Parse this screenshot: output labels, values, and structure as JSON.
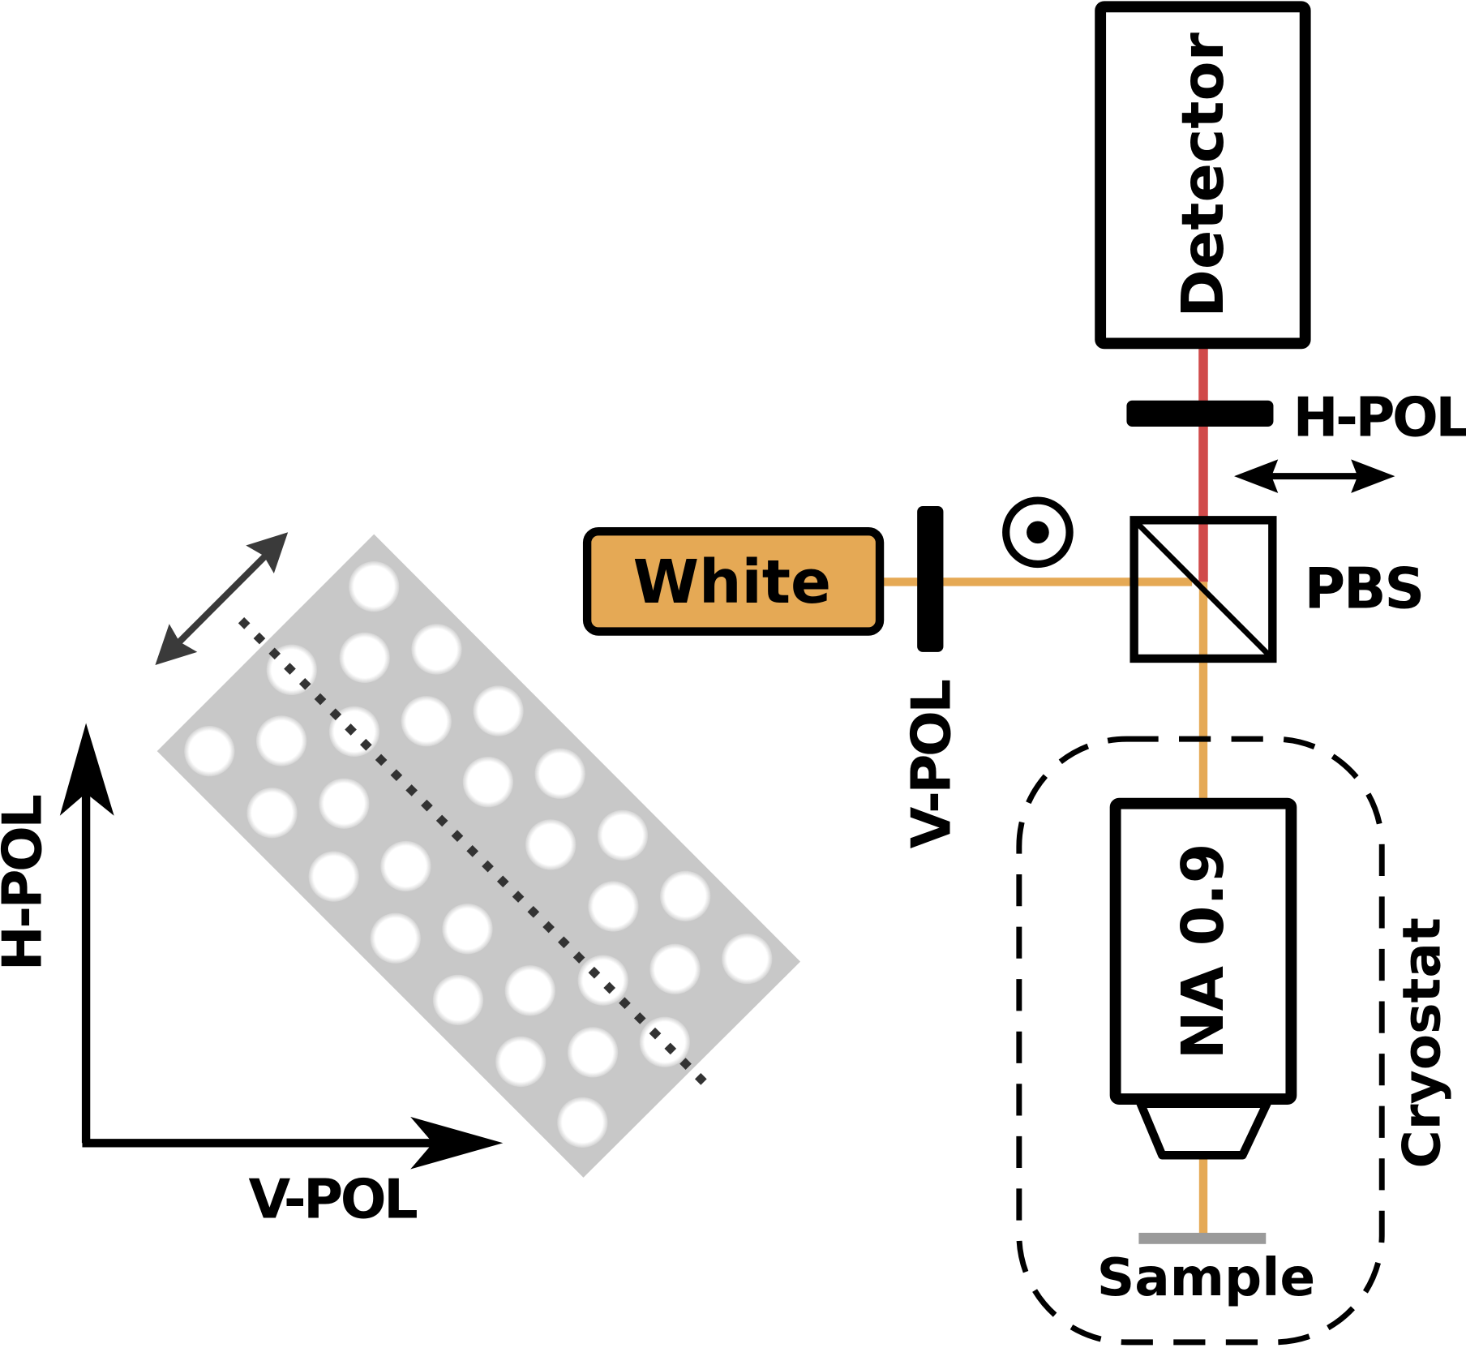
{
  "labels": {
    "detector": "Detector",
    "h_pol_top": "H-POL",
    "pbs": "PBS",
    "white": "White",
    "v_pol_beam": "V-POL",
    "objective": "NA 0.9",
    "cryostat": "Cryostat",
    "sample": "Sample",
    "axis_h_pol": "H-POL",
    "axis_v_pol": "V-POL"
  },
  "colors": {
    "beam_orange": "#e5a955",
    "beam_red": "#d04a4a",
    "sample_gray": "#9a9a9a",
    "lattice_gray": "#c8c8c8",
    "dotted_line": "#333333"
  },
  "icons": {
    "polarization_out_of_plane": "circle-dot-icon",
    "polarization_horizontal": "double-arrow-horizontal-icon",
    "polarization_diagonal": "double-arrow-diagonal-icon"
  }
}
